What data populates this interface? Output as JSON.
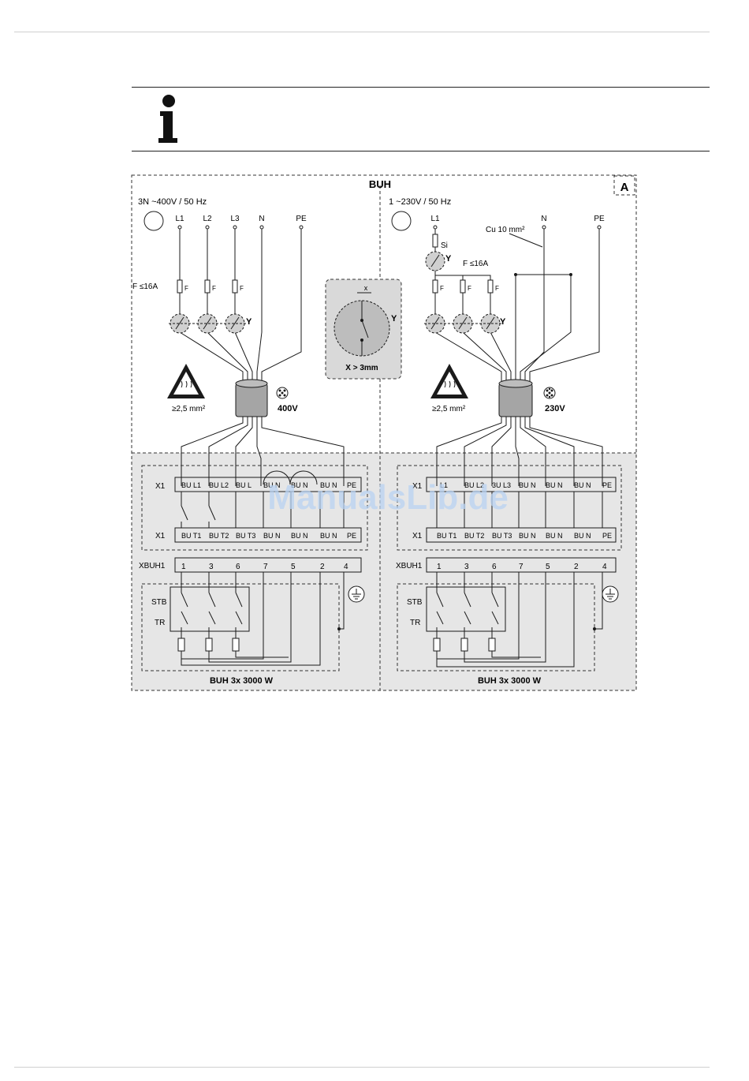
{
  "page": {
    "info_icon": "info-icon"
  },
  "diagram": {
    "title": "BUH",
    "corner_label": "A",
    "left": {
      "supply": "3N ~400V / 50 Hz",
      "terminals": [
        "L1",
        "L2",
        "L3",
        "N",
        "PE"
      ],
      "fuse_label": "F ≤16A",
      "fuse_letter": "F",
      "switch_label": "Y",
      "min_section": "≥2,5 mm²",
      "voltage": "400V",
      "x1_top": "X1",
      "x1_top_cells": [
        "BU L1",
        "BU L2",
        "BU L",
        "BU N",
        "BU N",
        "BU N",
        "PE"
      ],
      "x1_bottom": "X1",
      "x1_bottom_cells": [
        "BU T1",
        "BU T2",
        "BU T3",
        "BU N",
        "BU N",
        "BU N",
        "PE"
      ],
      "xbuh": "XBUH1",
      "xbuh_cells": [
        "1",
        "3",
        "6",
        "7",
        "5",
        "2",
        "4"
      ],
      "stb": "STB",
      "tr": "TR",
      "heater": "BUH 3x 3000 W"
    },
    "right": {
      "supply": "1 ~230V / 50 Hz",
      "terminals": [
        "L1",
        "N",
        "PE"
      ],
      "si": "Si",
      "cu": "Cu 10 mm²",
      "fuse_label": "F ≤16A",
      "fuse_letter": "F",
      "switch_label": "Y",
      "min_section": "≥2,5 mm²",
      "voltage": "230V",
      "x1_top": "X1",
      "x1_top_cells": [
        "L1",
        "BU L2",
        "3U L3",
        "BU N",
        "BU N",
        "BU N",
        "PE"
      ],
      "x1_bottom": "X1",
      "x1_bottom_cells": [
        "BU T1",
        "BU T2",
        "BU T3",
        "BU N",
        "BU N",
        "BU N",
        "PE"
      ],
      "xbuh": "XBUH1",
      "xbuh_cells": [
        "1",
        "3",
        "6",
        "7",
        "5",
        "2",
        "4"
      ],
      "stb": "STB",
      "tr": "TR",
      "heater": "BUH 3x 3000 W"
    },
    "detail": {
      "x": "x",
      "y": "Y",
      "rule": "X > 3mm"
    },
    "watermark": "ManualsLib.de"
  },
  "colors": {
    "shade": "#e6e6e6",
    "detail_shade": "#d9d9d9",
    "ink": "#1a1a1a",
    "watermark": "#b9d3f2"
  }
}
